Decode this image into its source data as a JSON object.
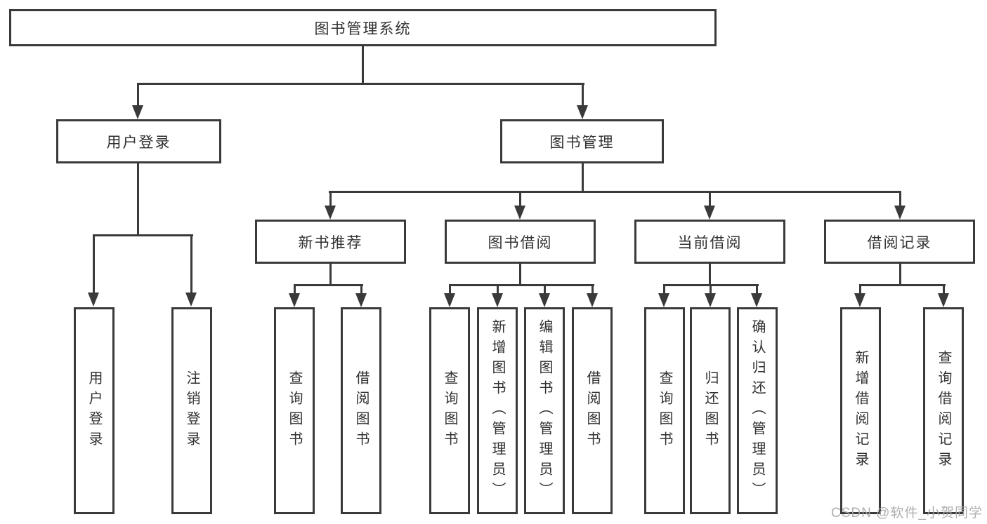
{
  "diagram": {
    "title": "图书管理系统",
    "level2": {
      "user": "用户登录",
      "book": "图书管理"
    },
    "level3": {
      "recommend": "新书推荐",
      "borrow": "图书借阅",
      "current": "当前借阅",
      "records": "借阅记录"
    },
    "leaves": {
      "user": [
        "用户登录",
        "注销登录"
      ],
      "recommend": [
        "查询图书",
        "借阅图书"
      ],
      "borrow": [
        "查询图书",
        "新增图书（管理员）",
        "编辑图书（管理员）",
        "借阅图书"
      ],
      "current": [
        "查询图书",
        "归还图书",
        "确认归还（管理员）"
      ],
      "records": [
        "新增借阅记录",
        "查询借阅记录"
      ]
    },
    "colors": {
      "line": "#3a3a3a",
      "text": "#303030",
      "watermark": "#a8a8a8",
      "background": "#ffffff"
    }
  },
  "watermark": {
    "text": "CSDN @软件_小贺同学"
  }
}
